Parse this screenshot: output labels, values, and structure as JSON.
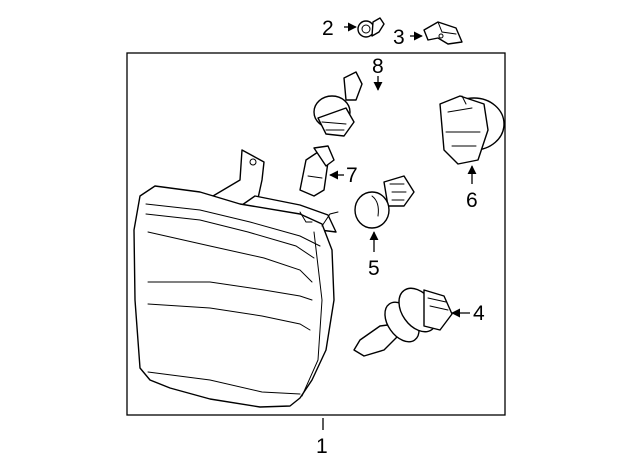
{
  "callouts": {
    "c1": "1",
    "c2": "2",
    "c3": "3",
    "c4": "4",
    "c5": "5",
    "c6": "6",
    "c7": "7",
    "c8": "8"
  },
  "icons": {
    "headlamp": "headlamp-assembly-icon",
    "bolt": "bolt-icon",
    "clip": "clip-icon",
    "high_beam_bulb": "headlamp-bulb-icon",
    "turn_bulb": "turn-signal-bulb-icon",
    "socket": "bulb-socket-icon",
    "wedge_bulb": "wedge-bulb-icon",
    "side_marker_socket": "side-marker-socket-icon"
  },
  "colors": {
    "line": "#000000",
    "background": "#ffffff"
  }
}
